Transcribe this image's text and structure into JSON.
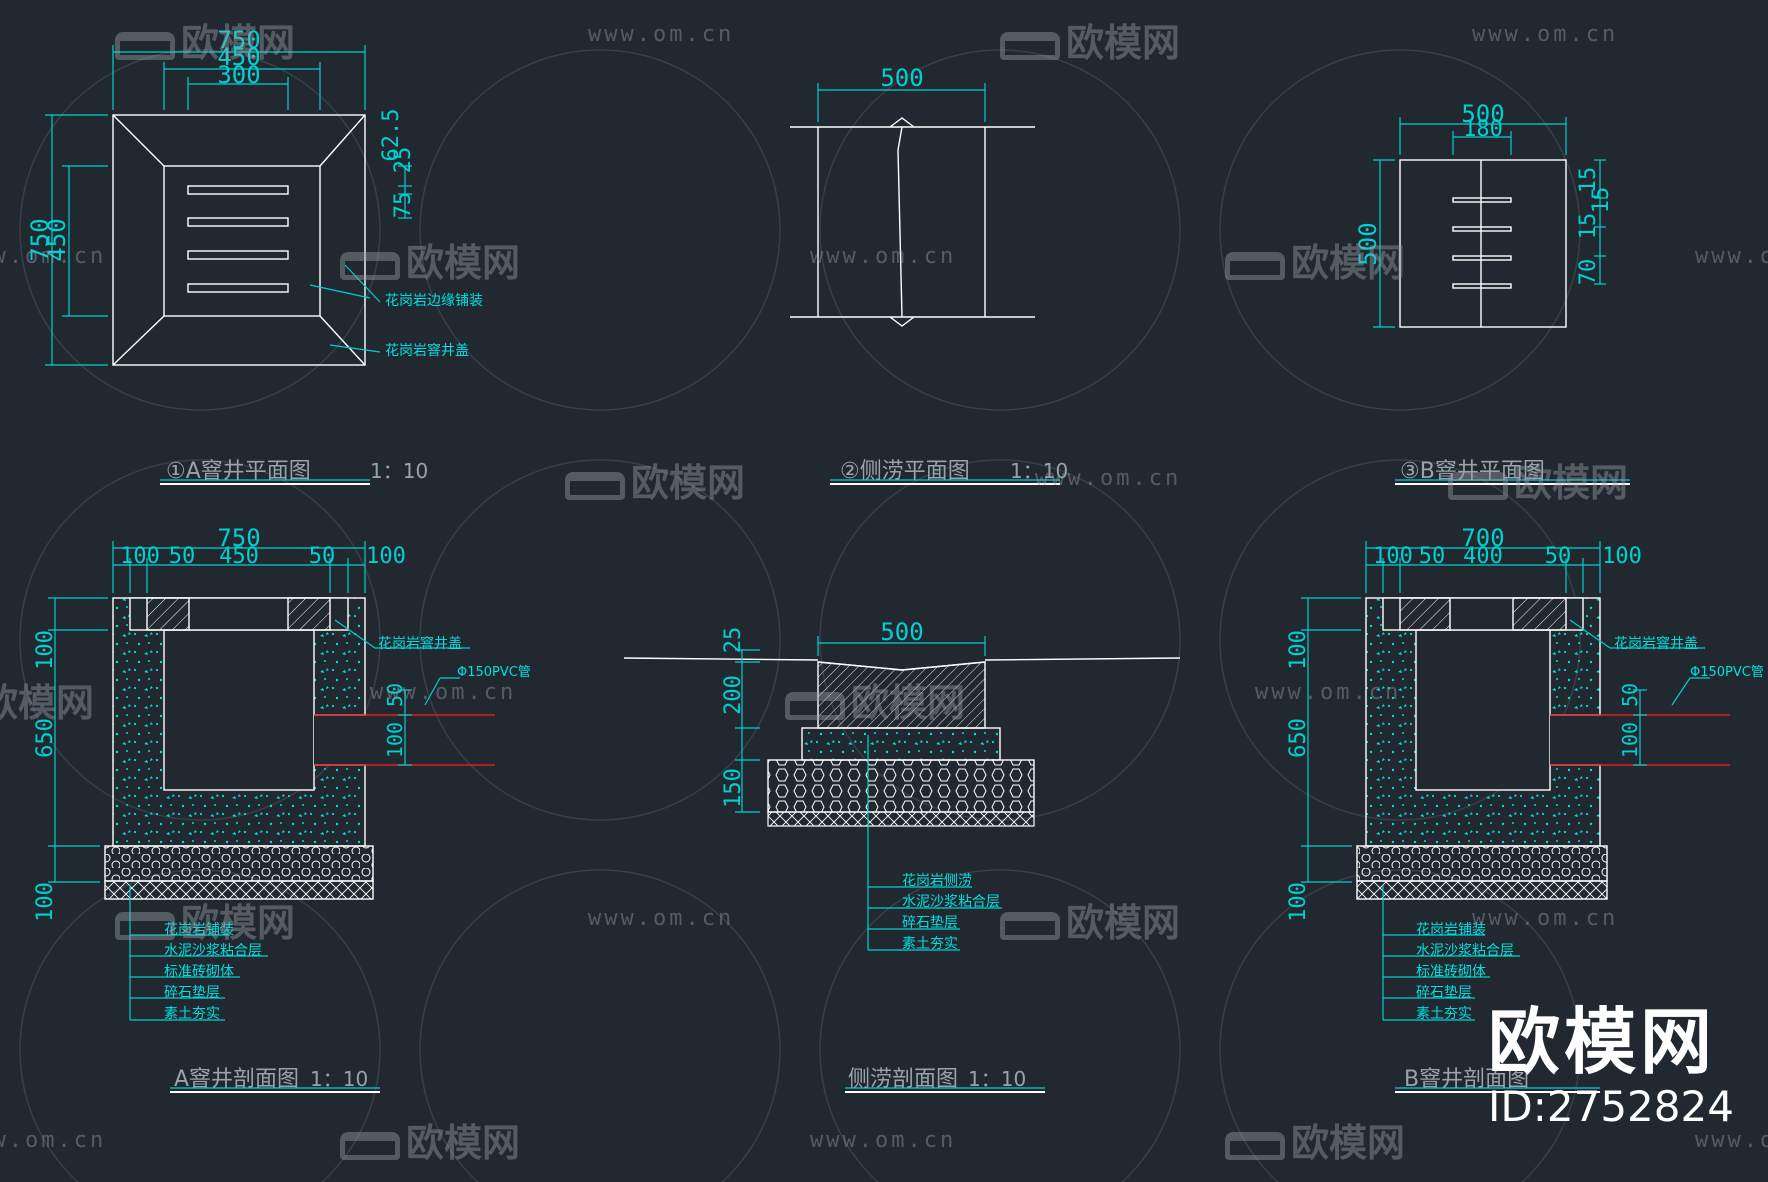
{
  "colors": {
    "background": "#212830",
    "line": "#ffffff",
    "dim": "#00d0d0",
    "pipe": "#e02020",
    "label": "#00e0e0",
    "watermark": "#9aa1a8"
  },
  "plan_a": {
    "dims_top": [
      "750",
      "450",
      "300"
    ],
    "dims_left": [
      "750",
      "450"
    ],
    "dims_right": [
      "62.5",
      "25",
      "75"
    ],
    "labels": [
      "花岗岩边缘铺装",
      "花岗岩窨井盖"
    ],
    "title": "①A窨井平面图",
    "scale": "1：10"
  },
  "plan_side": {
    "dim_top": "500",
    "title": "②侧涝平面图",
    "scale": "1：10"
  },
  "plan_b": {
    "dims_top": [
      "500",
      "180"
    ],
    "dim_left": "500",
    "dims_right": [
      "15",
      "15",
      "15",
      "70"
    ],
    "title": "③B窨井平面图"
  },
  "section_a": {
    "dims_top": [
      "750",
      "100",
      "50",
      "450",
      "50",
      "100"
    ],
    "dims_left": [
      "100",
      "650",
      "100"
    ],
    "dims_right": [
      "50",
      "100"
    ],
    "labels_right": [
      "花岗岩窨井盖",
      "Φ150PVC管"
    ],
    "legend": [
      "花岗岩铺装",
      "水泥沙浆粘合层",
      "标准砖砌体",
      "碎石垫层",
      "素土夯实"
    ],
    "title": "A窨井剖面图",
    "scale": "1：10"
  },
  "section_side": {
    "dim_top": "500",
    "dims_left": [
      "25",
      "200",
      "150"
    ],
    "legend": [
      "花岗岩侧涝",
      "水泥沙浆粘合层",
      "碎石垫层",
      "素土夯实"
    ],
    "title": "侧涝剖面图",
    "scale": "1：10"
  },
  "section_b": {
    "dims_top": [
      "700",
      "100",
      "50",
      "400",
      "50",
      "100"
    ],
    "dims_left": [
      "100",
      "650",
      "100"
    ],
    "dims_right": [
      "50",
      "100"
    ],
    "labels_right": [
      "花岗岩窨井盖",
      "Φ150PVC管"
    ],
    "legend": [
      "花岗岩铺装",
      "水泥沙浆粘合层",
      "标准砖砌体",
      "碎石垫层",
      "素土夯实"
    ],
    "title": "B窨井剖面图",
    "scale": "1：10"
  },
  "watermarks": {
    "logo": "欧模网",
    "url": "www.om.cn"
  },
  "brand": {
    "name": "欧模网",
    "id": "ID:2752824"
  }
}
